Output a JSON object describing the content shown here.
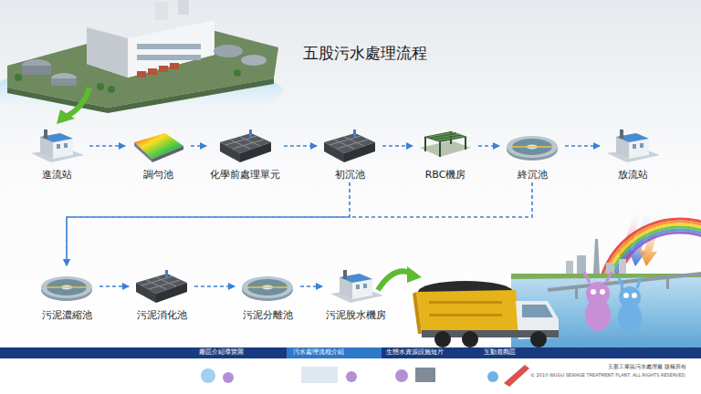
{
  "diagram": {
    "title": "五股污水處理流程",
    "nodes": [
      {
        "text": [
          "進流站"
        ]
      },
      {
        "text": [
          "調勻池"
        ]
      },
      {
        "text": [
          "化學前處理單元"
        ]
      },
      {
        "text": [
          "初沉池"
        ]
      },
      {
        "text": [
          "RBC機房"
        ]
      },
      {
        "text": [
          "終沉池"
        ]
      },
      {
        "text": [
          "放流站"
        ]
      },
      {
        "text": [
          "污泥濃縮池"
        ]
      },
      {
        "text": [
          "污泥消化池"
        ]
      },
      {
        "text": [
          "污泥分離池"
        ]
      },
      {
        "text": [
          "污泥脫水機房"
        ]
      }
    ],
    "edges": [
      {
        "from": 0,
        "to": 1,
        "arrow": "to"
      },
      {
        "from": 1,
        "to": 2,
        "arrow": "to"
      },
      {
        "from": 2,
        "to": 3,
        "arrow": "to"
      },
      {
        "from": 3,
        "to": 4,
        "arrow": "to"
      },
      {
        "from": 4,
        "to": 5,
        "arrow": "to"
      },
      {
        "from": 5,
        "to": 6,
        "arrow": "to"
      },
      {
        "from": 3,
        "to": 7,
        "arrow": "to"
      },
      {
        "from": 5,
        "to": 7,
        "arrow": "to"
      },
      {
        "from": 7,
        "to": 8,
        "arrow": "to"
      },
      {
        "from": 8,
        "to": 9,
        "arrow": "to"
      },
      {
        "from": 9,
        "to": 10,
        "arrow": "to"
      }
    ],
    "labels": [
      "廠區介紹導覽圖",
      "污水處理流程介紹",
      "生態水資源設施短片",
      "互動遊戲區",
      "五股工業區污水處理廠 版權所有",
      "© 2010 WUGU SEWAGE TREATMENT PLANT. ALL RIGHTS RESERVED."
    ]
  }
}
